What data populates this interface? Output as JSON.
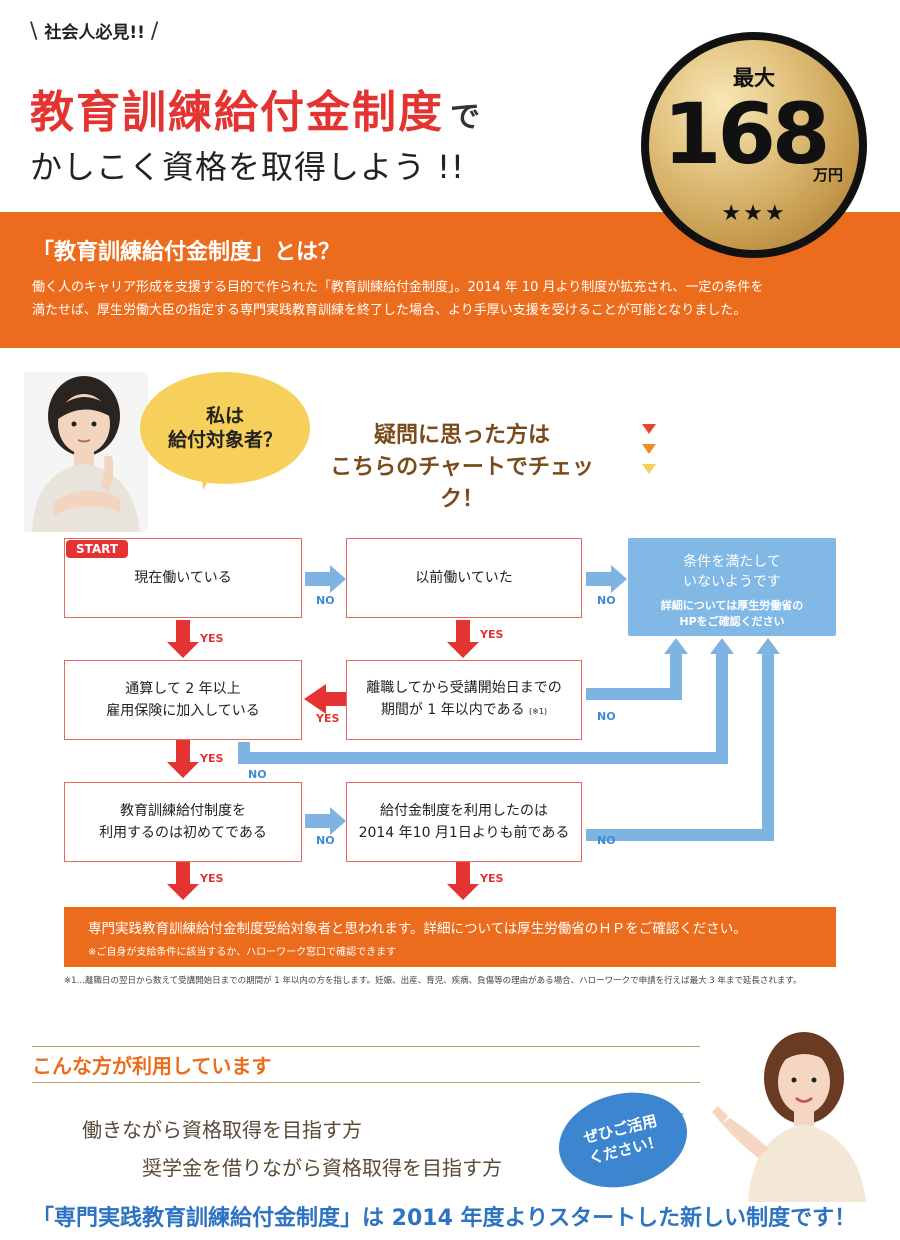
{
  "header": {
    "tagline": "社会人必見!!",
    "title": "教育訓練給付金制度",
    "title_suffix": "で",
    "subtitle": "かしこく資格を取得しよう !!"
  },
  "medal": {
    "top_label": "最大",
    "amount": "168",
    "unit": "万円",
    "stars": "★★★"
  },
  "intro": {
    "heading": "「教育訓練給付金制度」とは？",
    "line1": "働く人のキャリア形成を支援する目的で作られた「教育訓練給付金制度」。2014 年 10 月より制度が拡充され、一定の条件を",
    "line2": "満たせば、厚生労働大臣の指定する専門実践教育訓練を終了した場合、より手厚い支援を受けることが可能となりました。"
  },
  "chart_intro": {
    "bubble_line1": "私は",
    "bubble_line2": "給付対象者？",
    "prompt_line1": "疑問に思った方は",
    "prompt_line2": "こちらのチャートでチェック！"
  },
  "flowchart": {
    "start": "START",
    "box1": "現在働いている",
    "box2": "以前働いていた",
    "box3_line1": "離職してから受講開始日までの",
    "box3_line2": "期間が 1 年以内である",
    "box3_note": "(※1)",
    "box4_line1": "通算して 2 年以上",
    "box4_line2": "雇用保険に加入している",
    "box5_line1": "教育訓練給付制度を",
    "box5_line2": "利用するのは初めてである",
    "box6_line1": "給付金制度を利用したのは",
    "box6_line2": "2014 年10 月1日よりも前である",
    "not_eligible_line1": "条件を満たして",
    "not_eligible_line2": "いないようです",
    "not_eligible_sub1": "詳細については厚生労働省の",
    "not_eligible_sub2": "HPをご確認ください",
    "yes": "YES",
    "no": "NO",
    "result_main": "専門実践教育訓練給付金制度受給対象者と思われます。詳細については厚生労働省のＨＰをご確認ください。",
    "result_sub": "※ご自身が支給条件に該当するか、ハローワーク窓口で確認できます",
    "footnote": "※1…離職日の翌日から数えて受講開始日までの期間が 1 年以内の方を指します。妊娠、出産、育児、疾病、負傷等の理由がある場合、ハローワークで申請を行えば最大 3 年まで延長されます。"
  },
  "users": {
    "heading": "こんな方が利用しています",
    "item1": "働きながら資格取得を目指す方",
    "item2": "奨学金を借りながら資格取得を目指す方",
    "bubble_line1": "ぜひご活用",
    "bubble_line2": "ください！",
    "final": "「専門実践教育訓練給付金制度」は 2014 年度よりスタートした新しい制度です！"
  },
  "colors": {
    "red": "#e33431",
    "orange": "#ec6c1e",
    "blue": "#81b8e6",
    "gold": "#d4b06a"
  }
}
